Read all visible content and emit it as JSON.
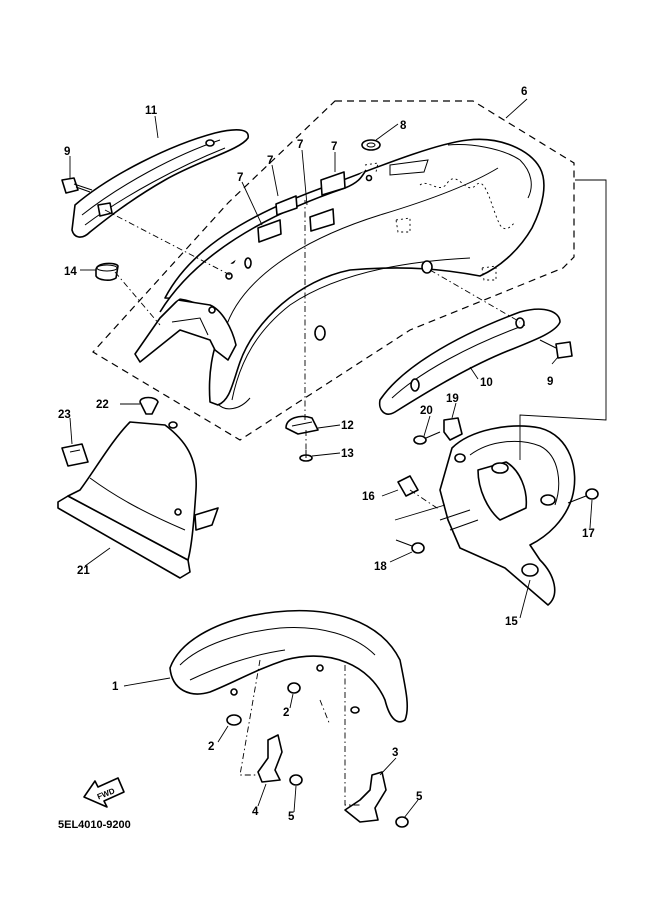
{
  "diagram": {
    "code": "5EL4010-9200",
    "fwd_label": "FWD",
    "callouts": {
      "c1": "1",
      "c2a": "2",
      "c2b": "2",
      "c3": "3",
      "c4": "4",
      "c5a": "5",
      "c5b": "5",
      "c6": "6",
      "c7a": "7",
      "c7b": "7",
      "c7c": "7",
      "c7d": "7",
      "c8": "8",
      "c9a": "9",
      "c9b": "9",
      "c10": "10",
      "c11": "11",
      "c12": "12",
      "c13": "13",
      "c14": "14",
      "c15": "15",
      "c16": "16",
      "c17": "17",
      "c18": "18",
      "c19": "19",
      "c20": "20",
      "c21": "21",
      "c22": "22",
      "c23": "23"
    }
  }
}
